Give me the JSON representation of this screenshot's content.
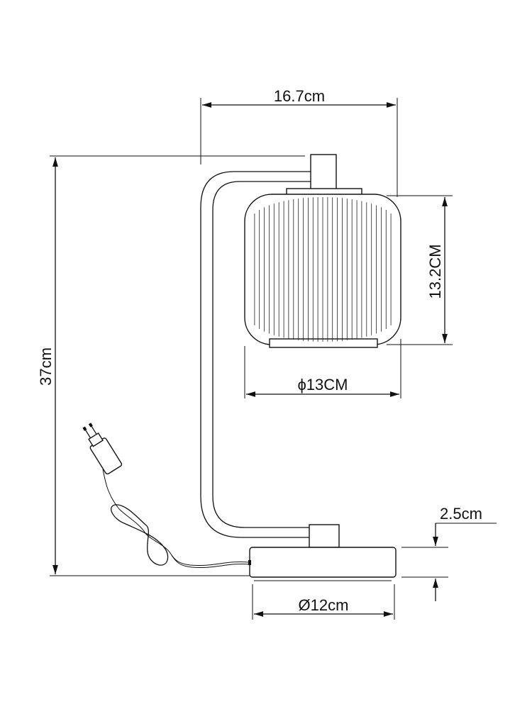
{
  "dimensions": {
    "overall_width": "16.7cm",
    "overall_height": "37cm",
    "shade_height": "13.2CM",
    "shade_diameter": "ϕ13CM",
    "base_height": "2.5cm",
    "base_diameter": "Ø12cm"
  },
  "parts": [
    "lampshade",
    "arm",
    "base",
    "power-cord",
    "plug"
  ]
}
